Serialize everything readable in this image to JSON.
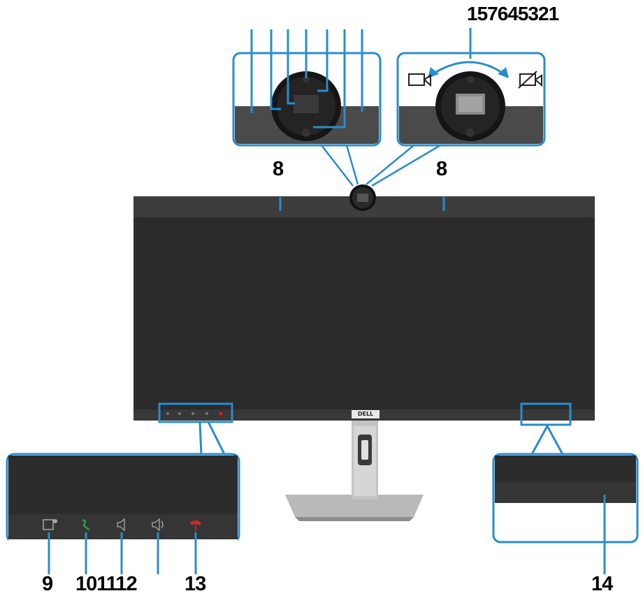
{
  "labels": {
    "top_right": "157645321",
    "left_8": "8",
    "right_8": "8",
    "n9": "9",
    "n101112": "101112",
    "n13": "13",
    "n14": "14"
  },
  "monitor": {
    "logo": "DELL"
  },
  "colors": {
    "callout": "#2a8ccc",
    "bezel": "#3a3a3a",
    "screen": "#2b2b2b",
    "call_green": "#2f9a3c",
    "hangup_red": "#d2232a"
  },
  "icons": [
    "camera-on-icon",
    "camera-off-icon",
    "microsoft-teams-icon",
    "call-icon",
    "volume-down-icon",
    "volume-up-icon",
    "hang-up-icon"
  ]
}
